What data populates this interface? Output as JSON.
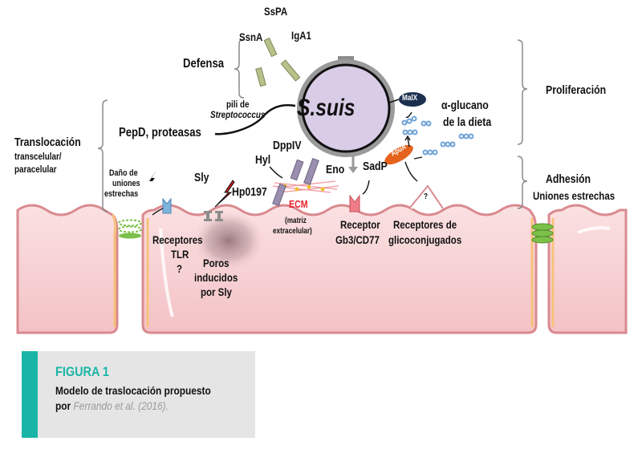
{
  "diagram": {
    "bacterium": "S.suis",
    "labels": {
      "sspa": "SsPA",
      "ssna": "SsnA",
      "iga1": "IgA1",
      "defensa": "Defensa",
      "pili_line1": "pili de",
      "pili_line2": "Streptococcus",
      "pepd": "PepD, proteasas",
      "translocacion": "Translocación",
      "transcelular": "transcelular/",
      "paracelular": "paracelular",
      "dano_line1": "Daño de",
      "dano_line2": "uniones",
      "dano_line3": "estrechas",
      "sly": "Sly",
      "hyl": "Hyl",
      "dppiv": "DppIV",
      "eno": "Eno",
      "sadp": "SadP",
      "hp0197": "Hp0197",
      "ecm": "ECM",
      "matriz_line1": "(matriz",
      "matriz_line2": "extracelular)",
      "malx": "MalX",
      "apua": "ApuA",
      "glucano_line1": "α-glucano",
      "glucano_line2": "de la dieta",
      "proliferacion": "Proliferación",
      "adhesion": "Adhesión",
      "uniones_estrechas": "Uniones estrechas",
      "receptores_tlr_line1": "Receptores",
      "receptores_tlr_line2": "TLR",
      "receptores_tlr_line3": "?",
      "poros_line1": "Poros",
      "poros_line2": "inducidos",
      "poros_line3": "por Sly",
      "receptor_gb3_line1": "Receptor",
      "receptor_gb3_line2": "Gb3/CD77",
      "receptores_gluco_line1": "Receptores de",
      "receptores_gluco_line2": "glicoconjugados",
      "question": "?"
    },
    "colors": {
      "cell_fill": "#f5cfd2",
      "cell_border": "#d98a8f",
      "cell_inner": "#f7c27a",
      "bacterium_fill": "#d9cce6",
      "bacterium_ring": "#8c8c8c",
      "protein_green": "#b7c28a",
      "protein_purple": "#9a8fae",
      "ecm_red": "#e8222b",
      "tlr_blue": "#7fb3dc",
      "malx_navy": "#1c2f4f",
      "apua_orange": "#e5621c",
      "glucan_blue": "#6fa3d6",
      "junction_green": "#7cc04a"
    }
  },
  "caption": {
    "title": "FIGURA 1",
    "line1": "Modelo de traslocación propuesto",
    "line2_prefix": "por",
    "citation": "Ferrando et al. (2016).",
    "accent": "#1ab5a6"
  }
}
